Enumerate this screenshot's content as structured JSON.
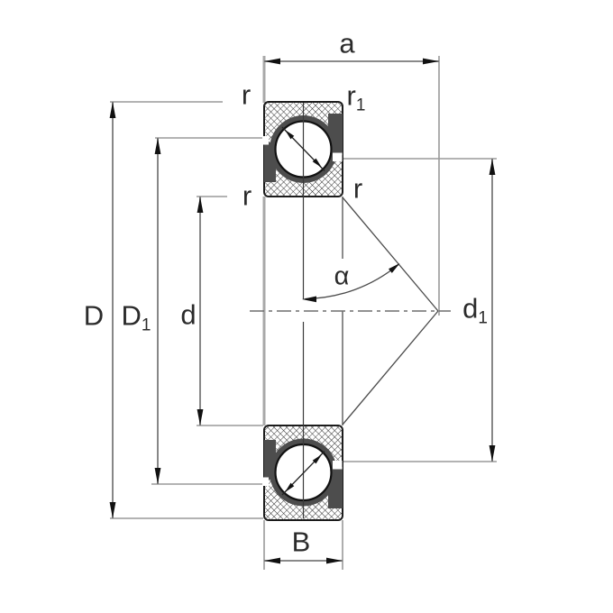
{
  "drawing": {
    "type": "bearing-dimension-drawing",
    "subject": "angular-contact-ball-bearing-cross-section"
  },
  "palette": {
    "background": "#ffffff",
    "outline": "#1a1a1a",
    "hatch": "#303030",
    "groove_shadow": "#4d4d4d",
    "dimension_line": "#7a7a7a",
    "extension_line": "#9a9a9a",
    "face_line": "#a8a8a8",
    "centerline": "#6f6f6f",
    "contact_line": "#4a4a4a",
    "arrowhead": "#111111",
    "label_text": "#2b2b2b"
  },
  "labels": {
    "a": {
      "base": "a"
    },
    "r_top_left": {
      "base": "r"
    },
    "r1": {
      "base": "r",
      "sub": "1"
    },
    "r_mid_left": {
      "base": "r"
    },
    "r_mid_right": {
      "base": "r"
    },
    "alpha": {
      "base": "α"
    },
    "D": {
      "base": "D"
    },
    "D1": {
      "base": "D",
      "sub": "1"
    },
    "d": {
      "base": "d"
    },
    "d1": {
      "base": "d",
      "sub": "1"
    },
    "B": {
      "base": "B"
    }
  }
}
